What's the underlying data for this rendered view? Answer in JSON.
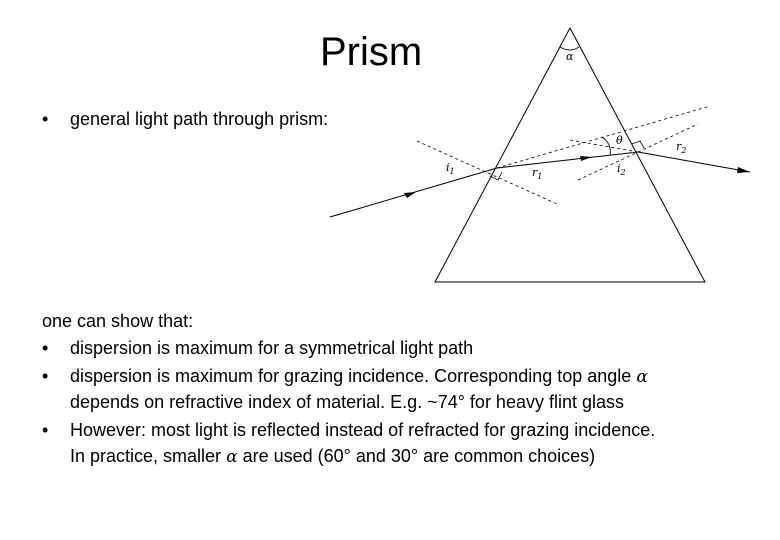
{
  "title": "Prism",
  "intro_bullet": "general light path through prism:",
  "bullet_symbol": "•",
  "alpha_symbol": "α",
  "diagram": {
    "labels": {
      "alpha": "α",
      "theta": "θ",
      "i1": "i",
      "i1_sub": "1",
      "r1": "r",
      "r1_sub": "1",
      "i2": "i",
      "i2_sub": "2",
      "r2": "r",
      "r2_sub": "2"
    }
  },
  "intro2": "one can show that:",
  "points": {
    "p1": "dispersion is maximum for a symmetrical light path",
    "p2_line1_pre": "dispersion is maximum for grazing incidence. Corresponding top angle",
    "p2_line2": "depends on refractive index of material. E.g. ~74° for heavy flint glass",
    "p3_line1": "However: most light is reflected instead of refracted for grazing incidence.",
    "p3_line2_pre": "In practice, smaller",
    "p3_line2_post": "are used (60° and 30° are common choices)"
  }
}
